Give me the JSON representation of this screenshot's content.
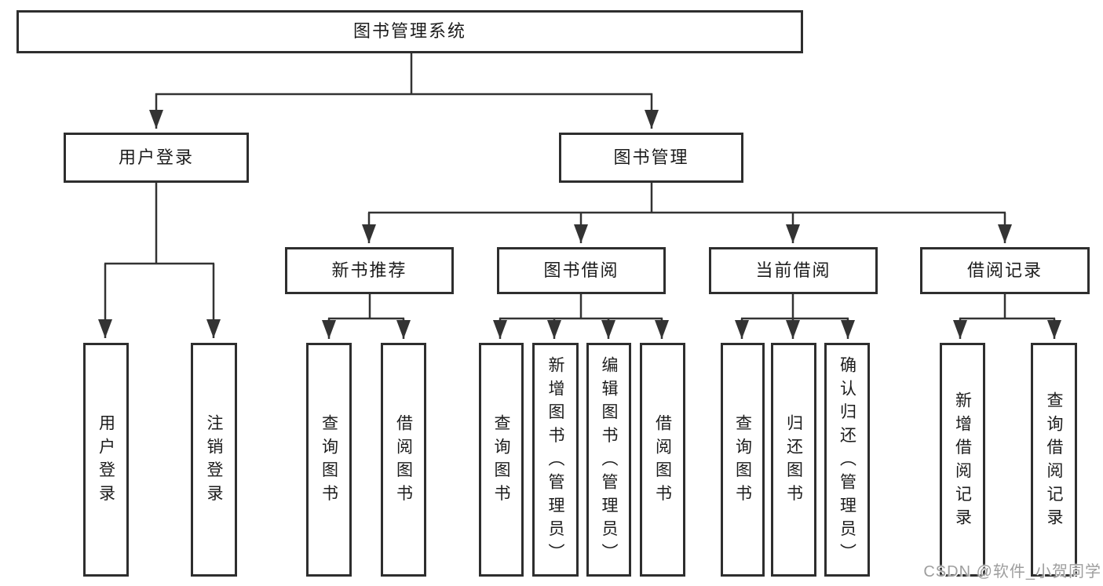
{
  "tree": {
    "root": "图书管理系统",
    "branches": [
      {
        "label": "用户登录",
        "children": [
          "用户登录",
          "注销登录"
        ]
      },
      {
        "label": "图书管理",
        "sections": [
          {
            "label": "新书推荐",
            "children": [
              "查询图书",
              "借阅图书"
            ]
          },
          {
            "label": "图书借阅",
            "children": [
              "查询图书",
              "新增图书（管理员）",
              "编辑图书（管理员）",
              "借阅图书"
            ]
          },
          {
            "label": "当前借阅",
            "children": [
              "查询图书",
              "归还图书",
              "确认归还（管理员）"
            ]
          },
          {
            "label": "借阅记录",
            "children": [
              "新增借阅记录",
              "查询借阅记录"
            ]
          }
        ]
      }
    ]
  },
  "watermark": {
    "text": "CSDN @软件_小贺同学",
    "color": "#9e9e9e"
  },
  "colors": {
    "box_border": "#2e2e2e",
    "connector": "#333333",
    "background": "#ffffff",
    "text": "#1c1c1c"
  }
}
